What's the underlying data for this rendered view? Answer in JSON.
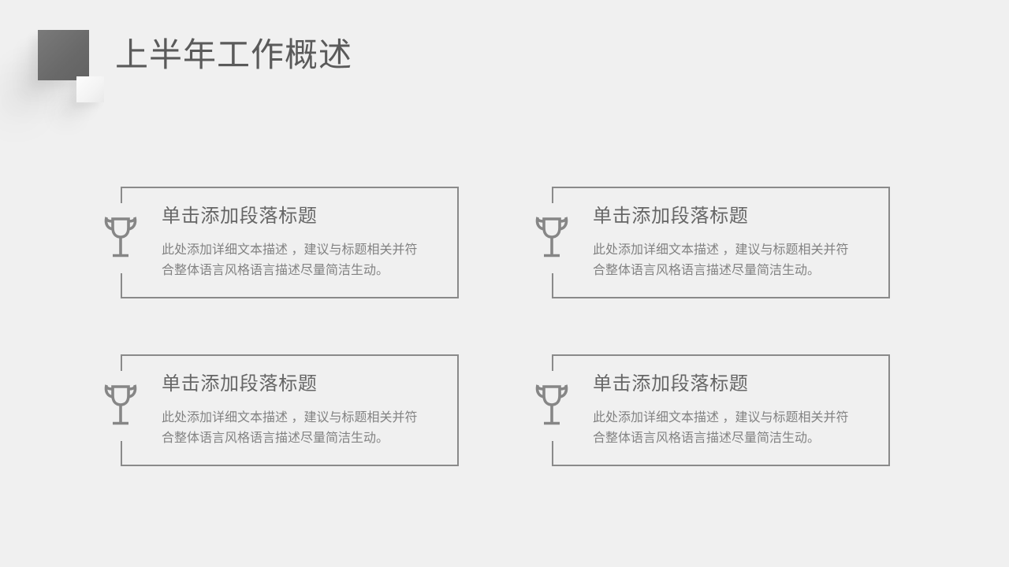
{
  "page": {
    "title": "上半年工作概述",
    "colors": {
      "background": "#f0f0f0",
      "title_text": "#5a5a5a",
      "card_border": "#8a8a8a",
      "card_title_text": "#666666",
      "card_body_text": "#828282",
      "icon": "#868686",
      "decor_square_dark": "#6f6f6f",
      "decor_square_light": "#fafafa"
    }
  },
  "cards": [
    {
      "icon": "trophy-icon",
      "title": "单击添加段落标题",
      "body": "此处添加详细文本描述 ，建议与标题相关并符\n合整体语言风格语言描述尽量简洁生动。"
    },
    {
      "icon": "trophy-icon",
      "title": "单击添加段落标题",
      "body": "此处添加详细文本描述 ，建议与标题相关并符\n合整体语言风格语言描述尽量简洁生动。"
    },
    {
      "icon": "trophy-icon",
      "title": "单击添加段落标题",
      "body": "此处添加详细文本描述 ，建议与标题相关并符\n合整体语言风格语言描述尽量简洁生动。"
    },
    {
      "icon": "trophy-icon",
      "title": "单击添加段落标题",
      "body": "此处添加详细文本描述 ，建议与标题相关并符\n合整体语言风格语言描述尽量简洁生动。"
    }
  ]
}
